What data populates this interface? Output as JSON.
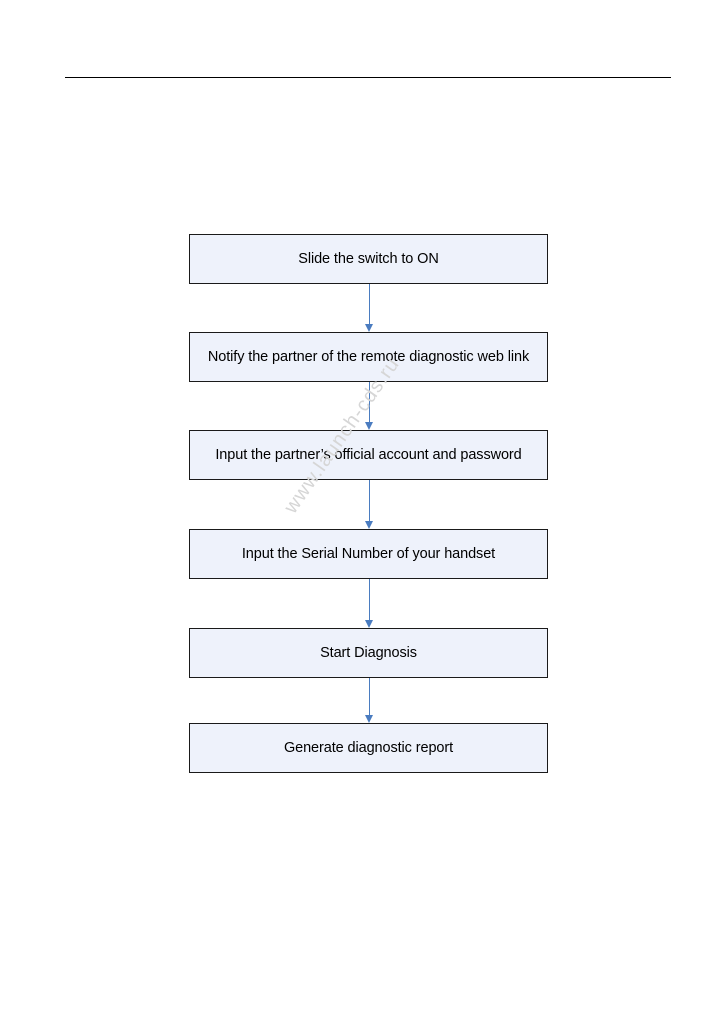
{
  "diagram": {
    "steps": [
      {
        "label": "Slide the switch to ON"
      },
      {
        "label": "Notify the partner of the remote diagnostic web link"
      },
      {
        "label": "Input the partner’s official account and password"
      },
      {
        "label": "Input the Serial Number of your handset"
      },
      {
        "label": "Start Diagnosis"
      },
      {
        "label": "Generate diagnostic report"
      }
    ]
  },
  "watermark": {
    "text": "www.launch-cds.ru"
  },
  "colors": {
    "box_fill": "#eef2fb",
    "arrow": "#4a7cc0",
    "border": "#1a1a1a"
  }
}
